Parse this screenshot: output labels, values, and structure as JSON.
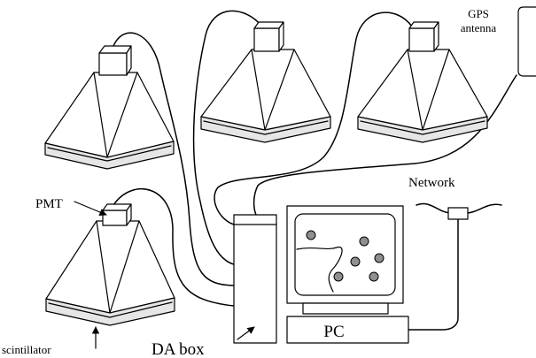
{
  "labels": {
    "gps_line1": "GPS",
    "gps_line2": "antenna",
    "network": "Network",
    "pmt": "PMT",
    "scintillator": "scintillator",
    "da_box": "DA box",
    "pc": "PC"
  }
}
